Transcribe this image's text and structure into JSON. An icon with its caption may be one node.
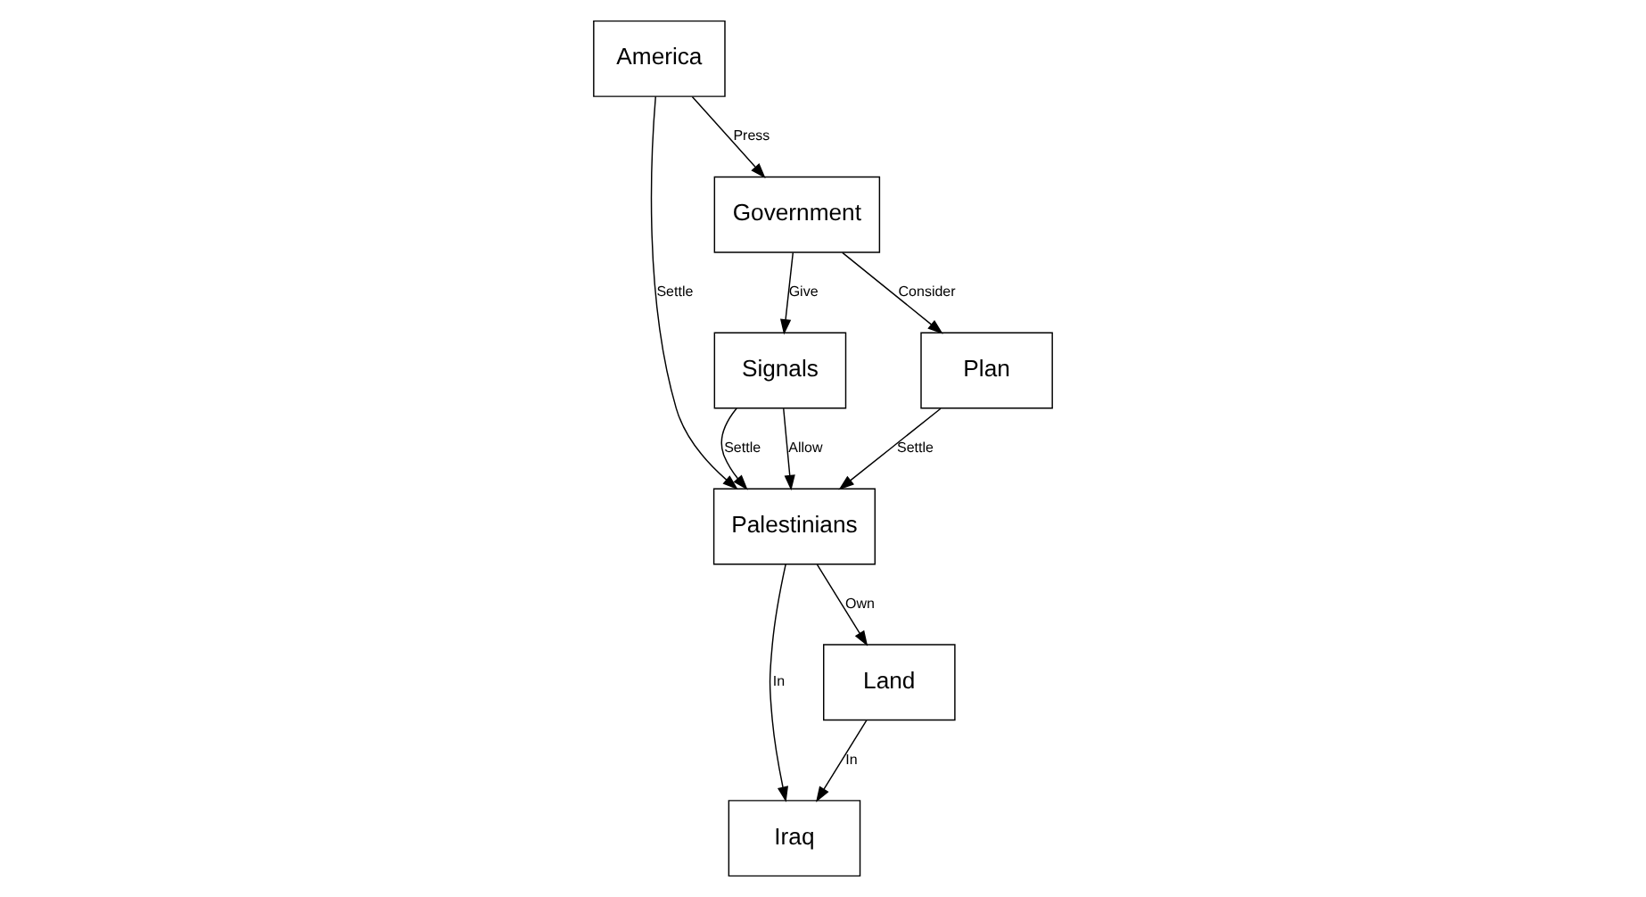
{
  "diagram": {
    "nodes": [
      {
        "text": [
          "Signals"
        ]
      },
      {
        "text": [
          "Iraq"
        ]
      },
      {
        "text": [
          "America"
        ]
      },
      {
        "text": [
          "Palestinians"
        ]
      },
      {
        "text": [
          "Land"
        ]
      },
      {
        "text": [
          "Government"
        ]
      },
      {
        "text": [
          "Plan"
        ]
      }
    ],
    "edges": [
      {
        "from": 0,
        "to": 3,
        "arrow": "to",
        "label": "Settle"
      },
      {
        "from": 0,
        "to": 3,
        "arrow": "to",
        "label": "Allow"
      },
      {
        "from": 3,
        "to": 1,
        "arrow": "to",
        "label": "In"
      },
      {
        "from": 4,
        "to": 1,
        "arrow": "to",
        "label": "In"
      },
      {
        "from": 2,
        "to": 3,
        "arrow": "to",
        "label": "Settle"
      },
      {
        "from": 3,
        "to": 4,
        "arrow": "to",
        "label": "Own"
      },
      {
        "from": 5,
        "to": 0,
        "arrow": "to",
        "label": "Give"
      },
      {
        "from": 2,
        "to": 5,
        "arrow": "to",
        "label": "Press"
      },
      {
        "from": 6,
        "to": 3,
        "arrow": "to",
        "label": "Settle"
      },
      {
        "from": 5,
        "to": 6,
        "arrow": "to",
        "label": "Consider"
      }
    ]
  }
}
